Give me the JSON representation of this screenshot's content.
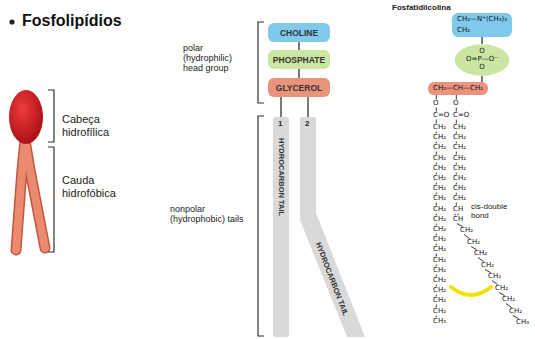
{
  "diagram": {
    "title": "Fosfolipídios",
    "nodes": [
      {
        "text": [
          "CHOLINE"
        ]
      },
      {
        "text": [
          "PHOSPHATE"
        ]
      },
      {
        "text": [
          "GLYCEROL"
        ]
      },
      {
        "text": [
          "HYDROCARBON TAIL"
        ]
      },
      {
        "text": [
          "HYDROCARBON TAIL"
        ]
      },
      {
        "text": [
          "CH₂—N⁺(CH₃)₃",
          "CH₂"
        ]
      },
      {
        "text": [
          "O",
          "O=P—O⁻",
          "O"
        ]
      },
      {
        "text": [
          "CH₂—CH—CH₂"
        ]
      }
    ],
    "edges": [
      {
        "from": 0,
        "to": 1,
        "arrow": "none"
      },
      {
        "from": 1,
        "to": 2,
        "arrow": "none"
      },
      {
        "from": 2,
        "to": 3,
        "arrow": "none"
      },
      {
        "from": 2,
        "to": 4,
        "arrow": "none"
      },
      {
        "from": 5,
        "to": 6,
        "arrow": "none"
      },
      {
        "from": 6,
        "to": 7,
        "arrow": "none"
      }
    ],
    "labels": [
      "Cabeça hidrofílica",
      "Cauda hidrofóbica",
      "polar (hydrophilic) head group",
      "1",
      "2",
      "nonpolar (hydrophobic) tails",
      "Fosfatidilcolina",
      "cis-double bond",
      "O",
      "O",
      "C=O",
      "C=O",
      "CH₂",
      "CH₂",
      "CH₂",
      "CH₂",
      "CH₂",
      "CH₂",
      "CH₂",
      "CH₂",
      "CH₂",
      "CH₂",
      "CH₂",
      "CH₂",
      "CH₂",
      "CH₂",
      "CH₂",
      "CH₂",
      "CH₂",
      "CH₂",
      "CH₂",
      "CH₃",
      "CH₂",
      "CH₂",
      "CH₂",
      "CH₂",
      "CH₂",
      "CH₂",
      "CH₂",
      "CH₂",
      "CH",
      "CH",
      "CH₂",
      "CH₂",
      "CH₂",
      "CH₂",
      "CH₂",
      "CH₂",
      "CH₂",
      "CH₂",
      "CH₃"
    ]
  }
}
